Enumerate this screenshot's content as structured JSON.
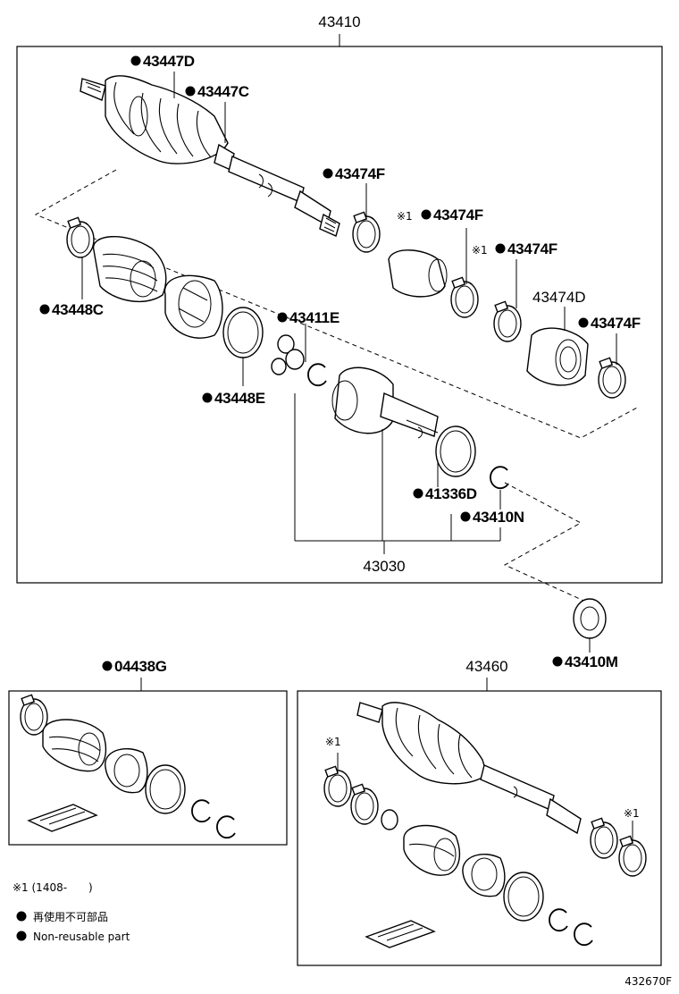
{
  "diagram": {
    "main_assembly": {
      "number": "43410"
    },
    "labels": {
      "p43447d": "43447D",
      "p43447c": "43447C",
      "p43474f_a": "43474F",
      "p43474f_b": "43474F",
      "p43474f_c": "43474F",
      "p43474f_d": "43474F",
      "p43474d": "43474D",
      "p43448c": "43448C",
      "p43411e": "43411E",
      "p43448e": "43448E",
      "p41336d": "41336D",
      "p43410n": "43410N",
      "p43030": "43030",
      "p43410m": "43410M",
      "p04438g": "04438G",
      "p43460": "43460"
    },
    "note_marks": {
      "mark1": "※1",
      "mark2": "※1",
      "mark3": "※1",
      "mark4": "※1"
    },
    "legend": {
      "note1": "※1 (1408-　　)",
      "jp": "再使用不可部品",
      "en": "Non-reusable part"
    },
    "figure_code": "432670F"
  }
}
